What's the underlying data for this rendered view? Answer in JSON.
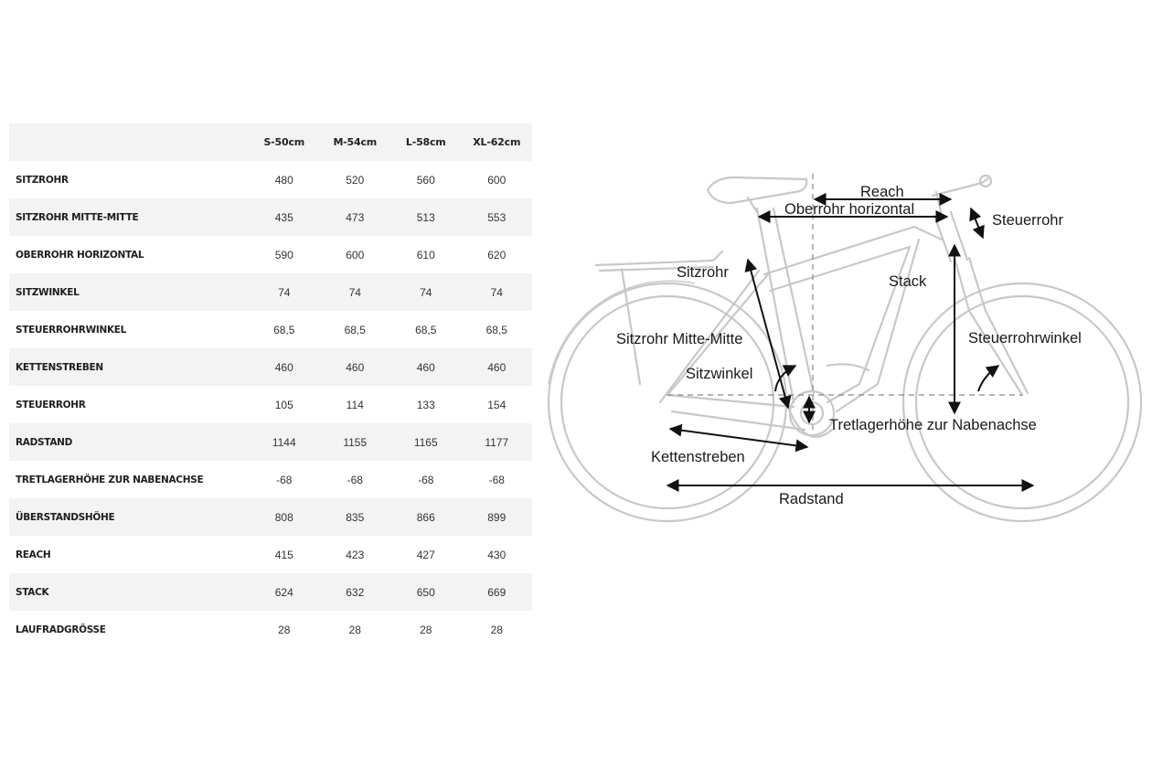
{
  "table": {
    "columns": [
      "",
      "S-50cm",
      "M-54cm",
      "L-58cm",
      "XL-62cm"
    ],
    "rows": [
      {
        "label": "SITZROHR",
        "values": [
          "480",
          "520",
          "560",
          "600"
        ]
      },
      {
        "label": "SITZROHR MITTE-MITTE",
        "values": [
          "435",
          "473",
          "513",
          "553"
        ]
      },
      {
        "label": "OBERROHR HORIZONTAL",
        "values": [
          "590",
          "600",
          "610",
          "620"
        ]
      },
      {
        "label": "SITZWINKEL",
        "values": [
          "74",
          "74",
          "74",
          "74"
        ]
      },
      {
        "label": "STEUERROHRWINKEL",
        "values": [
          "68,5",
          "68,5",
          "68,5",
          "68,5"
        ]
      },
      {
        "label": "KETTENSTREBEN",
        "values": [
          "460",
          "460",
          "460",
          "460"
        ]
      },
      {
        "label": "STEUERROHR",
        "values": [
          "105",
          "114",
          "133",
          "154"
        ]
      },
      {
        "label": "RADSTAND",
        "values": [
          "1144",
          "1155",
          "1165",
          "1177"
        ]
      },
      {
        "label": "TRETLAGERHÖHE ZUR NABENACHSE",
        "values": [
          "-68",
          "-68",
          "-68",
          "-68"
        ]
      },
      {
        "label": "ÜBERSTANDSHÖHE",
        "values": [
          "808",
          "835",
          "866",
          "899"
        ]
      },
      {
        "label": "REACH",
        "values": [
          "415",
          "423",
          "427",
          "430"
        ]
      },
      {
        "label": "STACK",
        "values": [
          "624",
          "632",
          "650",
          "669"
        ]
      },
      {
        "label": "LAUFRADGRÖSSE",
        "values": [
          "28",
          "28",
          "28",
          "28"
        ]
      }
    ]
  },
  "diagram": {
    "labels": {
      "reach": "Reach",
      "oberrohr_horizontal": "Oberrohr horizontal",
      "steuerrohr": "Steuerrohr",
      "sitzrohr": "Sitzrohr",
      "stack": "Stack",
      "sitzrohr_mitte_mitte": "Sitzrohr Mitte-Mitte",
      "steuerrohrwinkel": "Steuerrohrwinkel",
      "sitzwinkel": "Sitzwinkel",
      "tretlagerhoehe": "Tretlagerhöhe zur Nabenachse",
      "kettenstreben": "Kettenstreben",
      "radstand": "Radstand"
    }
  }
}
